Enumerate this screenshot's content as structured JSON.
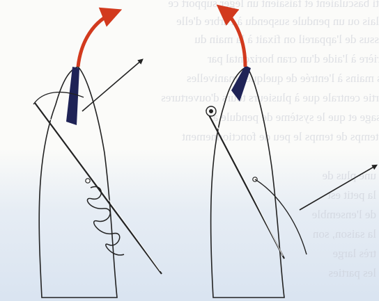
{
  "bleed_text": {
    "lines": [
      "anti basculaient et faisaient un léger support ce",
      "palais ou un pendule suspendu à l'arbre d'elle",
      "dessus de l'appareil on fixait à la main du",
      "arrière à l'aide d'un cran horizontal par",
      "les mains à l'entrée de quelques manivelles",
      "partie centrale que à plusieurs tours d'ouvertures",
      "visage et que le système de pendule à",
      "le temps de temps le peu de fonctionnement",
      "une plus de",
      "la petit est",
      "de l'ensemble",
      "la saison, son",
      "très large",
      "les parties"
    ]
  },
  "figure": {
    "left_diagram": {
      "label": "left-oscillating-bell",
      "arrow_color": "#d23a1e"
    },
    "right_diagram": {
      "label": "right-oscillating-bell",
      "arrow_color": "#d23a1e"
    }
  },
  "colors": {
    "ink": "#222222",
    "navy_fill": "#1f2356",
    "red_arrow": "#d23a1e",
    "bleed_text": "#c7cad4"
  }
}
